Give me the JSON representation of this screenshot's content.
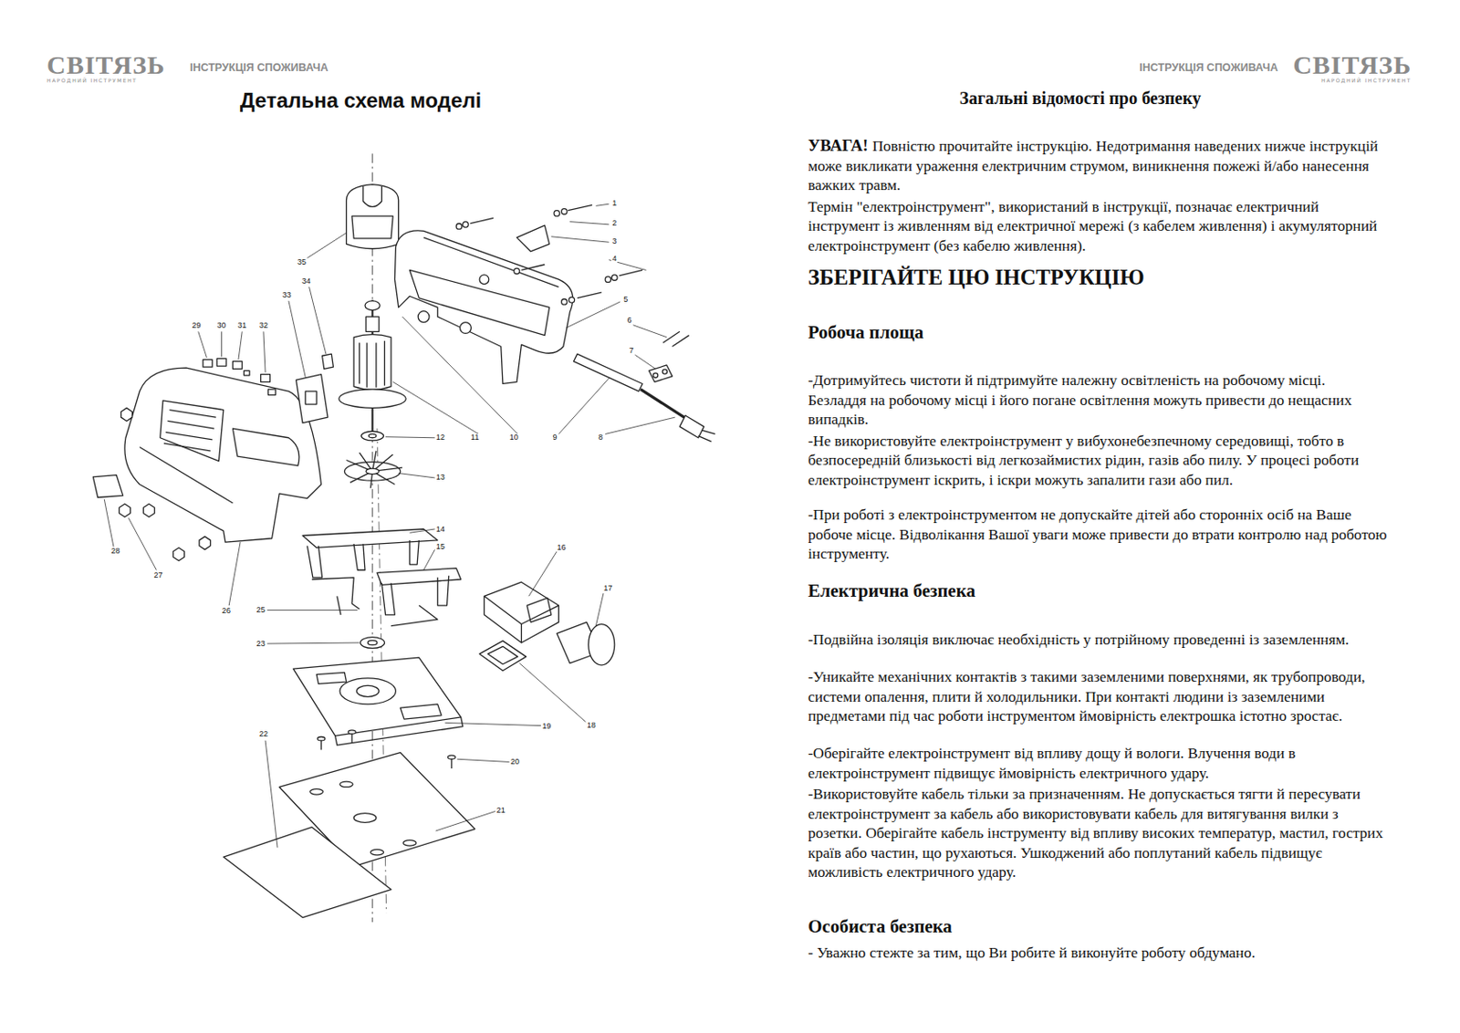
{
  "diagram": {
    "title": "Детальна схема моделі",
    "labels": [
      "СВІТЯЗЬ",
      "НАРОДНИЙ ІНСТРУМЕНТ",
      "ІНСТРУКЦІЯ СПОЖИВАЧА",
      "ІНСТРУКЦІЯ СПОЖИВАЧА",
      "СВІТЯЗЬ",
      "НАРОДНИЙ ІНСТРУМЕНТ",
      "Загальні відомості про безпеку",
      "УВАГА!",
      "Повністю прочитайте інструкцію. Недотримання наведених нижче інструкцій може викликати ураження електричним струмом, виникнення пожежі й/або нанесення важких травм.",
      "Термін \"електроінструмент\", використаний в інструкції, позначає електричний інструмент із живленням від електричної мережі (з кабелем живлення) і акумуляторний електроінструмент (без кабелю живлення).",
      "ЗБЕРІГАЙТЕ ЦЮ ІНСТРУКЦІЮ",
      "Робоча площа",
      "-Дотримуйтесь чистоти й підтримуйте належну освітленість на робочому місці. Безладдя на робочому місці і його погане освітлення можуть привести до нещасних випадків.",
      "-Не використовуйте електроінструмент у вибухонебезпечному середовищі, тобто в безпосередній близькості від легкозаймистих рідин, газів або пилу. У процесі роботи електроінструмент іскрить, і іскри можуть запалити гази або пил.",
      "-При роботі з електроінструментом не допускайте дітей або сторонніх осіб на Ваше робоче місце. Відволікання Вашої уваги може привести до втрати контролю над роботою інструменту.",
      "Електрична безпека",
      "-Подвійна ізоляція виключає необхідність у потрійному проведенні із заземленням.",
      "-Уникайте механічних контактів з такими заземленими поверхнями, як трубопроводи, системи опалення, плити й холодильники. При контакті людини із заземленими предметами під час роботи інструментом ймовірність електрошка істотно зростає.",
      "-Оберігайте електроінструмент від впливу дощу й вологи. Влучення води в електроінструмент підвищує ймовірність електричного удару.",
      "-Використовуйте кабель тільки за призначенням. Не допускається тягти й пересувати електроінструмент за кабель або використовувати кабель для витягування вилки з розетки. Оберігайте кабель інструменту від впливу високих температур, мастил, гострих країв або частин, що рухаються. Ушкоджений або поплутаний кабель підвищує можливість електричного удару.",
      "Особиста безпека",
      "- Уважно стежте за тим, що Ви робите й виконуйте роботу обдумано.",
      "1",
      "2",
      "3",
      "4",
      "5",
      "6",
      "7",
      "8",
      "9",
      "10",
      "11",
      "12",
      "13",
      "14",
      "15",
      "16",
      "17",
      "18",
      "19",
      "20",
      "21",
      "22",
      "23",
      "25",
      "26",
      "27",
      "28",
      "29",
      "30",
      "31",
      "32",
      "33",
      "34",
      "35"
    ]
  }
}
